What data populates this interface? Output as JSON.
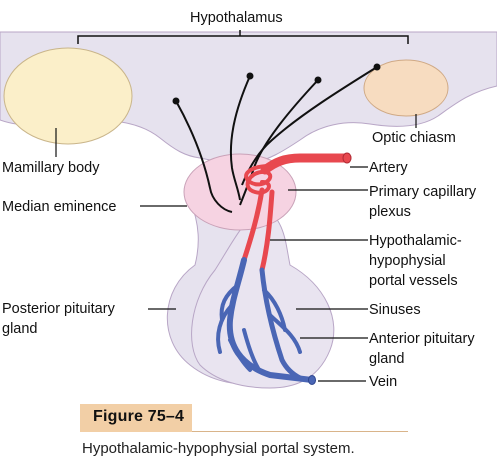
{
  "labels": {
    "hypothalamus": "Hypothalamus",
    "mamillary_body": "Mamillary body",
    "median_eminence": "Median eminence",
    "posterior_pituitary_line1": "Posterior pituitary",
    "posterior_pituitary_line2": "gland",
    "optic_chiasm": "Optic chiasm",
    "artery": "Artery",
    "primary_capillary_line1": "Primary capillary",
    "primary_capillary_line2": "plexus",
    "portal_vessels_line1": "Hypothalamic-",
    "portal_vessels_line2": "hypophysial",
    "portal_vessels_line3": "portal vessels",
    "sinuses": "Sinuses",
    "anterior_pituitary_line1": "Anterior pituitary",
    "anterior_pituitary_line2": "gland",
    "vein": "Vein"
  },
  "figure": {
    "number": "Figure 75–4",
    "caption": "Hypothalamic-hypophysial portal system."
  },
  "colors": {
    "tissue": "#e6e2ee",
    "tissue_outline": "#b8a6c6",
    "median_eminence": "#f6d3e2",
    "mamillary_body": "#fbefc9",
    "optic_chiasm": "#f7dcc0",
    "artery": "#e8484f",
    "vein": "#4a66b5",
    "neuron": "#111111",
    "figure_tag": "#f2cfa6"
  }
}
